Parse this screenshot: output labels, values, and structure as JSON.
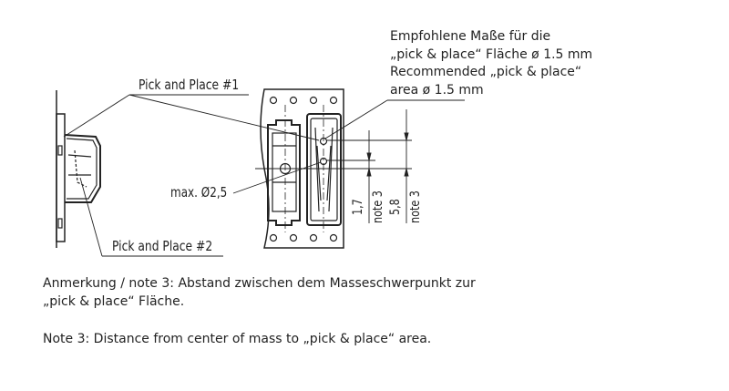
{
  "recommendation": {
    "line1": "Empfohlene Maße für die",
    "line2": "„pick & place“ Fläche ø 1.5 mm",
    "line3": "Recommended „pick & place“",
    "line4": "area ø 1.5 mm"
  },
  "labels": {
    "pick1": "Pick and Place #1",
    "pick2": "Pick and Place #2",
    "max_dia": "max. Ø2,5",
    "dim1": "1,7",
    "dim1_note": "note 3",
    "dim2": "5,8",
    "dim2_note": "note 3"
  },
  "notes": {
    "german_1": "Anmerkung / note 3: Abstand zwischen dem   Masseschwerpunkt zur",
    "german_2": "„pick & place“ Fläche.",
    "english": "Note 3: Distance from center of mass to „pick & place“ area."
  }
}
